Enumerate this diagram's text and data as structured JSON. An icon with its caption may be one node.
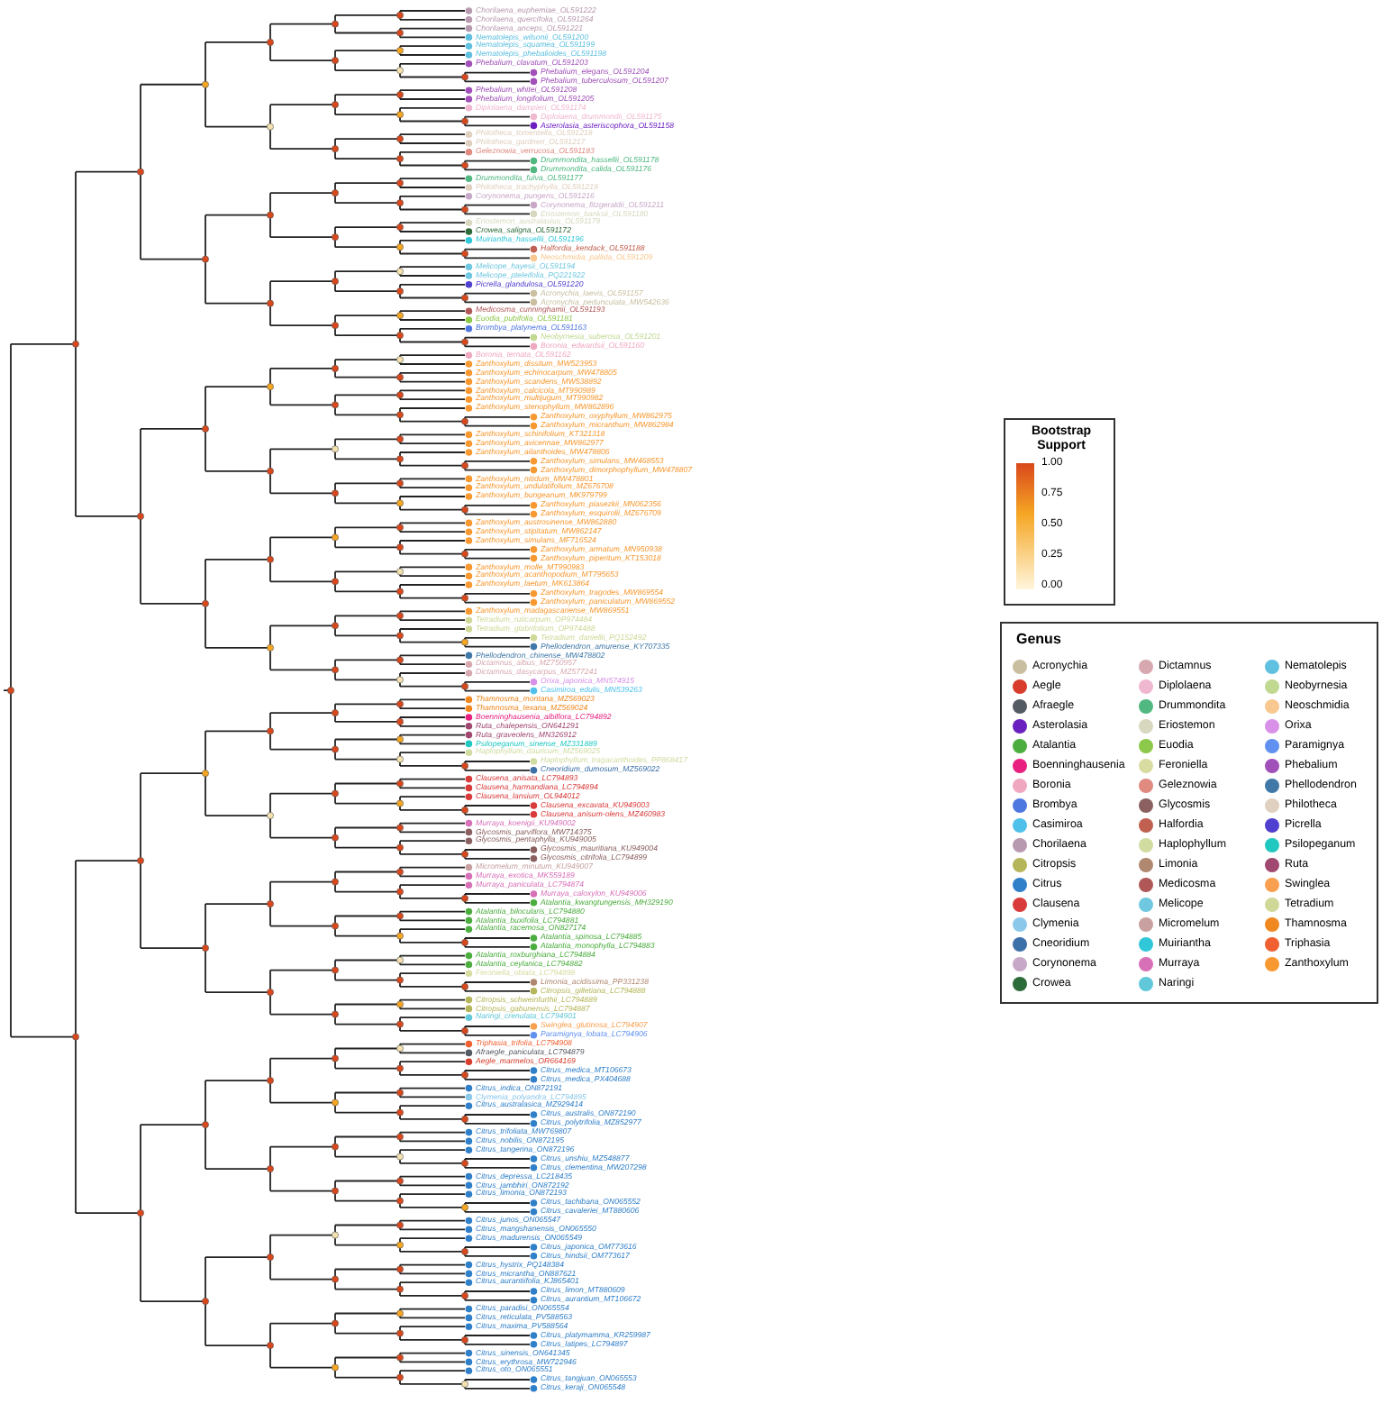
{
  "diagram": {
    "labels": [
      "Chorilaena_euphemiae_OL591222",
      "Chorilaena_quercifolia_OL591264",
      "Chorilaena_anceps_OL591221",
      "Nematolepis_wilsonii_OL591200",
      "Nematolepis_squamea_OL591199",
      "Nematolepis_phebalioides_OL591198",
      "Phebalium_clavatum_OL591203",
      "Phebalium_elegans_OL591204",
      "Phebalium_tuberculosum_OL591207",
      "Phebalium_whitei_OL591208",
      "Phebalium_longifolium_OL591205",
      "Diplolaena_dampieri_OL591174",
      "Diplolaena_drummondii_OL591175",
      "Asterolasia_asteriscophora_OL591158",
      "Philotheca_tomentella_OL591218",
      "Philotheca_gardneri_OL591217",
      "Geleznowia_verrucosa_OL591183",
      "Drummondita_hassellii_OL591178",
      "Drummondita_calida_OL591176",
      "Drummondita_fulva_OL591177",
      "Philotheca_trachyphylla_OL591219",
      "Corynonema_pungens_OL591216",
      "Corynonema_fitzgeraldii_OL591211",
      "Eriostemon_banksii_OL591180",
      "Eriostemon_australasius_OL591179",
      "Crowea_saligna_OL591172",
      "Muiriantha_hassellii_OL591196",
      "Halfordia_kendack_OL591188",
      "Neoschmidia_pallida_OL591209",
      "Melicope_hayesii_OL591194",
      "Melicope_pteleifolia_PQ221922",
      "Picrella_glandulosa_OL591220",
      "Acronychia_laevis_OL591157",
      "Acronychia_pedunculata_MW542636",
      "Medicosma_cunninghamii_OL591193",
      "Euodia_pubifolia_OL591181",
      "Brombya_platynema_OL591163",
      "Neobyrnesia_suberosa_OL591201",
      "Boronia_edwardsii_OL591160",
      "Boronia_ternata_OL591162",
      "Zanthoxylum_dissitum_MW523953",
      "Zanthoxylum_echinocarpum_MW478805",
      "Zanthoxylum_scandens_MW538892",
      "Zanthoxylum_calcicola_MT990989",
      "Zanthoxylum_multijugum_MT990982",
      "Zanthoxylum_stenophyllum_MW862896",
      "Zanthoxylum_oxyphyllum_MW862975",
      "Zanthoxylum_micranthum_MW862984",
      "Zanthoxylum_schinifolium_KT321318",
      "Zanthoxylum_avicennae_MW862977",
      "Zanthoxylum_ailanthoides_MW478806",
      "Zanthoxylum_simulans_MW468553",
      "Zanthoxylum_dimorphophyllum_MW478807",
      "Zanthoxylum_nitidum_MW478801",
      "Zanthoxylum_undulatifolium_MZ676708",
      "Zanthoxylum_bungeanum_MK979799",
      "Zanthoxylum_piasezkii_MN062356",
      "Zanthoxylum_esquirolii_MZ676709",
      "Zanthoxylum_austrosinense_MW862880",
      "Zanthoxylum_stipitatum_MW862147",
      "Zanthoxylum_simulans_MF716524",
      "Zanthoxylum_armatum_MN950938",
      "Zanthoxylum_piperitum_KT153018",
      "Zanthoxylum_molle_MT990983",
      "Zanthoxylum_acanthopodium_MT795653",
      "Zanthoxylum_laetum_MK613864",
      "Zanthoxylum_tragodes_MW869554",
      "Zanthoxylum_paniculatum_MW869552",
      "Zanthoxylum_madagascariense_MW869551",
      "Tetradium_ruticarpum_OP974484",
      "Tetradium_glabrifolium_OP974488",
      "Tetradium_daniellii_PQ152492",
      "Phellodendron_amurense_KY707335",
      "Phellodendron_chinense_MW478802",
      "Dictamnus_albus_MZ750957",
      "Dictamnus_dasycarpus_MZ577241",
      "Orixa_japonica_MN574915",
      "Casimiroa_edulis_MN539263",
      "Thamnosma_montana_MZ569023",
      "Thamnosma_texana_MZ569024",
      "Boenninghausenia_albiflora_LC794892",
      "Ruta_chalepensis_ON641291",
      "Ruta_graveolens_MN326912",
      "Psilopeganum_sinense_MZ331889",
      "Haplophyllum_dauricum_MZ569025",
      "Haplophyllum_tragacanthoides_PP868417",
      "Cneoridium_dumosum_MZ569022",
      "Clausena_anisata_LC794893",
      "Clausena_harmandiana_LC794894",
      "Clausena_lansium_OL944012",
      "Clausena_excavata_KU949003",
      "Clausena_anisum-olens_MZ460983",
      "Murraya_koenigii_KU949002",
      "Glycosmis_parviflora_MW714375",
      "Glycosmis_pentaphylla_KU949005",
      "Glycosmis_mauritiana_KU949004",
      "Glycosmis_citrifolia_LC794899",
      "Micromelum_minutum_KU949007",
      "Murraya_exotica_MK559189",
      "Murraya_paniculata_LC794874",
      "Murraya_caloxylon_KU949006",
      "Atalantia_kwangtungensis_MH329190",
      "Atalantia_bilocularis_LC794880",
      "Atalantia_buxifolia_LC794881",
      "Atalantia_racemosa_ON827174",
      "Atalantia_spinosa_LC794885",
      "Atalantia_monophylla_LC794883",
      "Atalantia_roxburghiana_LC794884",
      "Atalantia_ceylanica_LC794882",
      "Feroniella_oblata_LC794898",
      "Limonia_acidissima_PP331238",
      "Citropsis_gilletiana_LC794888",
      "Citropsis_schweinfurthii_LC794889",
      "Citropsis_gabunensis_LC794887",
      "Naringi_crenulata_LC794901",
      "Swinglea_glutinosa_LC794907",
      "Paramignya_lobata_LC794906",
      "Triphasia_trifolia_LC794908",
      "Afraegle_paniculata_LC794879",
      "Aegle_marmelos_OR664169",
      "Citrus_medica_MT106673",
      "Citrus_medica_PX404688",
      "Citrus_indica_ON872191",
      "Clymenia_polyandra_LC794895",
      "Citrus_australasica_MZ929414",
      "Citrus_australis_ON872190",
      "Citrus_polytrifolia_MZ852977",
      "Citrus_trifoliata_MW769807",
      "Citrus_nobilis_ON872195",
      "Citrus_tangerina_ON872196",
      "Citrus_unshiu_MZ548877",
      "Citrus_clementina_MW207298",
      "Citrus_depressa_LC218435",
      "Citrus_jambhiri_ON872192",
      "Citrus_limonia_ON872193",
      "Citrus_tachibana_ON065552",
      "Citrus_cavaleriei_MT880606",
      "Citrus_junos_ON065547",
      "Citrus_mangshanensis_ON065550",
      "Citrus_madurensis_ON065549",
      "Citrus_japonica_OM773616",
      "Citrus_hindsii_OM773617",
      "Citrus_hystrix_PQ148384",
      "Citrus_micrantha_ON887621",
      "Citrus_aurantiifolia_KJ865401",
      "Citrus_limon_MT880609",
      "Citrus_aurantium_MT106672",
      "Citrus_paradisi_ON065554",
      "Citrus_reticulata_PV588563",
      "Citrus_maxima_PV588564",
      "Citrus_platymamma_KR259987",
      "Citrus_latipes_LC794897",
      "Citrus_sinensis_ON641345",
      "Citrus_erythrosa_MW722946",
      "Citrus_oto_ON065551",
      "Citrus_tangjuan_ON065553",
      "Citrus_keraji_ON065548",
      "Bootstrap Support",
      "1.00",
      "0.75",
      "0.50",
      "0.25",
      "0.00",
      "Genus"
    ],
    "legend": [
      {
        "text": "Acronychia",
        "color": "#c9bfa0"
      },
      {
        "text": "Aegle",
        "color": "#d73c2c"
      },
      {
        "text": "Afraegle",
        "color": "#555b63"
      },
      {
        "text": "Asterolasia",
        "color": "#6a1fbf"
      },
      {
        "text": "Atalantia",
        "color": "#4cad3f"
      },
      {
        "text": "Boenninghausenia",
        "color": "#e8207f"
      },
      {
        "text": "Boronia",
        "color": "#f0a8c0"
      },
      {
        "text": "Brombya",
        "color": "#4f77e0"
      },
      {
        "text": "Casimiroa",
        "color": "#4fc0ea"
      },
      {
        "text": "Chorilaena",
        "color": "#b89ab0"
      },
      {
        "text": "Citropsis",
        "color": "#b5b55a"
      },
      {
        "text": "Citrus",
        "color": "#2f7fc9"
      },
      {
        "text": "Clausena",
        "color": "#d93a3a"
      },
      {
        "text": "Clymenia",
        "color": "#8cc8ea"
      },
      {
        "text": "Cneoridium",
        "color": "#3b70a8"
      },
      {
        "text": "Corynonema",
        "color": "#c8a8c8"
      },
      {
        "text": "Crowea",
        "color": "#2e6b3a"
      },
      {
        "text": "Dictamnus",
        "color": "#d8a8b0"
      },
      {
        "text": "Diplolaena",
        "color": "#f0b8d0"
      },
      {
        "text": "Drummondita",
        "color": "#50b880"
      },
      {
        "text": "Eriostemon",
        "color": "#d8d8c0"
      },
      {
        "text": "Euodia",
        "color": "#8cc84a"
      },
      {
        "text": "Feroniella",
        "color": "#d8dca0"
      },
      {
        "text": "Geleznowia",
        "color": "#e08a80"
      },
      {
        "text": "Glycosmis",
        "color": "#8a6060"
      },
      {
        "text": "Halfordia",
        "color": "#c06050"
      },
      {
        "text": "Haplophyllum",
        "color": "#d0dca0"
      },
      {
        "text": "Limonia",
        "color": "#b08870"
      },
      {
        "text": "Medicosma",
        "color": "#b05858"
      },
      {
        "text": "Melicope",
        "color": "#70c8e0"
      },
      {
        "text": "Micromelum",
        "color": "#c8a0a0"
      },
      {
        "text": "Muiriantha",
        "color": "#30c8d8"
      },
      {
        "text": "Murraya",
        "color": "#d870b8"
      },
      {
        "text": "Naringi",
        "color": "#60c8d8"
      },
      {
        "text": "Nematolepis",
        "color": "#60c0e0"
      },
      {
        "text": "Neobyrnesia",
        "color": "#c0d890"
      },
      {
        "text": "Neoschmidia",
        "color": "#f8c890"
      },
      {
        "text": "Orixa",
        "color": "#d890e8"
      },
      {
        "text": "Paramignya",
        "color": "#6090f0"
      },
      {
        "text": "Phebalium",
        "color": "#a050b8"
      },
      {
        "text": "Phellodendron",
        "color": "#4078a8"
      },
      {
        "text": "Philotheca",
        "color": "#e0d0c0"
      },
      {
        "text": "Picrella",
        "color": "#5040d0"
      },
      {
        "text": "Psilopeganum",
        "color": "#20c8c0"
      },
      {
        "text": "Ruta",
        "color": "#a04870"
      },
      {
        "text": "Swinglea",
        "color": "#f8a050"
      },
      {
        "text": "Tetradium",
        "color": "#d0d898"
      },
      {
        "text": "Thamnosma",
        "color": "#f08820"
      },
      {
        "text": "Triphasia",
        "color": "#f06030"
      },
      {
        "text": "Zanthoxylum",
        "color": "#f89830"
      }
    ]
  }
}
